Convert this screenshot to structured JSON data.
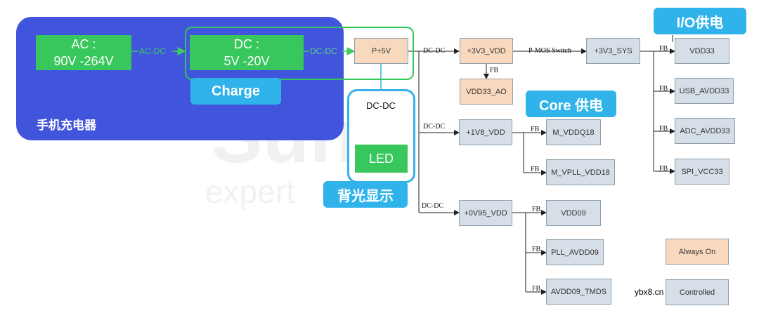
{
  "watermark": {
    "big": "Sun",
    "expert": "expert"
  },
  "charger": {
    "label": "手机充电器"
  },
  "ac": {
    "line1": "AC :",
    "line2": "90V -264V"
  },
  "dc": {
    "line1": "DC :",
    "line2": "5V -20V"
  },
  "flows": {
    "ac_dc": "AC-DC",
    "dc_dc_green": "DC-DC",
    "dc_dc_backlight": "DC-DC"
  },
  "tags": {
    "charge": "Charge",
    "backlight": "背光显示",
    "core": "Core 供电",
    "io": "I/O供电"
  },
  "led": {
    "label": "LED"
  },
  "nodes": {
    "p5v": "P+5V",
    "v3v3_vdd": "+3V3_VDD",
    "vdd33_ao": "VDD33_AO",
    "v3v3_sys": "+3V3_SYS",
    "v1v8_vdd": "+1V8_VDD",
    "v0v95_vdd": "+0V95_VDD",
    "vdd33": "VDD33",
    "usb_avdd33": "USB_AVDD33",
    "adc_avdd33": "ADC_AVDD33",
    "spi_vcc33": "SPI_VCC33",
    "m_vddq18": "M_VDDQ18",
    "m_vpll_vdd18": "M_VPLL_VDD18",
    "vdd09": "VDD09",
    "pll_avdd09": "PLL_AVDD09",
    "avdd09_tmds": "AVDD09_TMDS"
  },
  "labels": {
    "dcdc": "DC-DC",
    "fb": "FB",
    "pmos": "P-MOS Switch"
  },
  "legend": {
    "always_on": "Always On",
    "controlled": "Controlled"
  },
  "site": "ybx8.cn",
  "colors": {
    "panel": "#4154dc",
    "green": "#37c75d",
    "tag_blue": "#2fb3ea",
    "node_blue": "#d6dee7",
    "node_orange": "#f9d9bd"
  }
}
